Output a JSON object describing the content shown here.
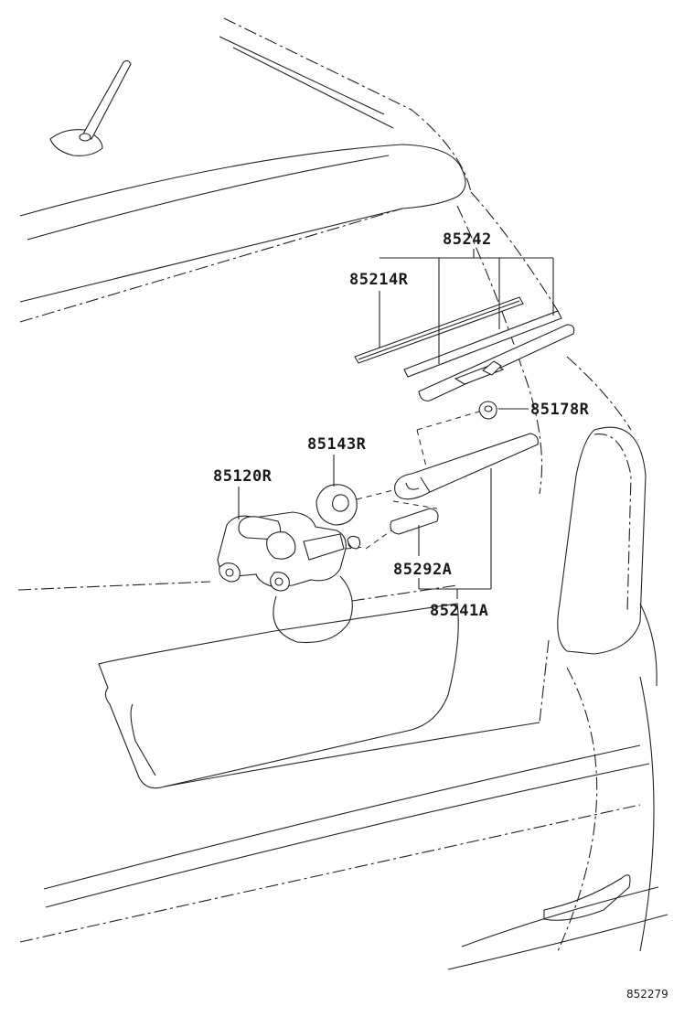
{
  "labels": {
    "p85242": "85242",
    "p85214R": "85214R",
    "p85178R": "85178R",
    "p85143R": "85143R",
    "p85120R": "85120R",
    "p85292A": "85292A",
    "p85241A": "85241A"
  },
  "footer": {
    "code": "852279"
  }
}
